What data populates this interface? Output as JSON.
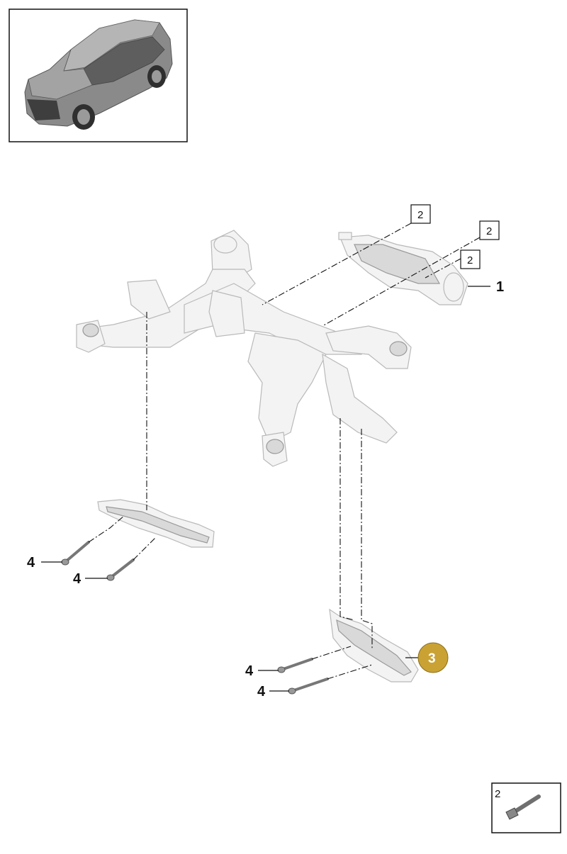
{
  "callouts": {
    "part_1": "1",
    "part_2_a": "2",
    "part_2_b": "2",
    "part_2_c": "2",
    "part_3": "3",
    "part_4_a": "4",
    "part_4_b": "4",
    "part_4_c": "4",
    "part_4_d": "4"
  },
  "legend": {
    "number": "2",
    "icon": "bolt-icon"
  },
  "vehicle_thumbnail": {
    "icon": "suv-vehicle-icon"
  },
  "colors": {
    "highlight_callout": "#c9a233",
    "part_fill": "#f3f3f3",
    "part_stroke": "#b9b9b9"
  }
}
